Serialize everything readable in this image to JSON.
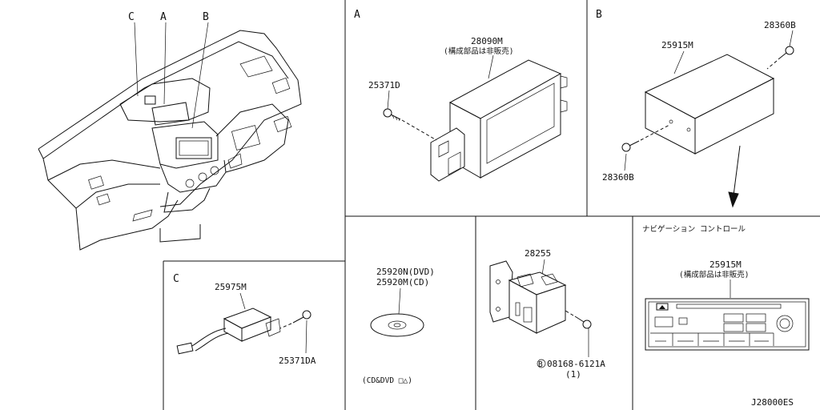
{
  "sections": {
    "a": {
      "letter": "A"
    },
    "b": {
      "letter": "B"
    },
    "c": {
      "letter": "C"
    }
  },
  "overview": {
    "callout_c": "C",
    "callout_a": "A",
    "callout_b": "B"
  },
  "parts": {
    "a_unit": "28090M",
    "a_unit_note": "(構成部品は非販売)",
    "a_screw": "25371D",
    "b_unit": "25915M",
    "b_bolt_top": "28360B",
    "b_bolt_bottom": "28360B",
    "c_unit": "25975M",
    "c_screw": "25371DA",
    "disc_dvd": "25920N(DVD)",
    "disc_cd": "25920M(CD)",
    "disc_note": "(CD&DVD □△)",
    "bracket_unit": "28255",
    "bracket_bolt": "08168-6121A",
    "bracket_bolt_qty": "(1)",
    "bracket_bolt_prefix": "B",
    "nav_title": "ナビゲーション コントロール",
    "nav_unit": "25915M",
    "nav_unit_note": "(構成部品は非販売)"
  },
  "diagram_id": "J28000ES"
}
